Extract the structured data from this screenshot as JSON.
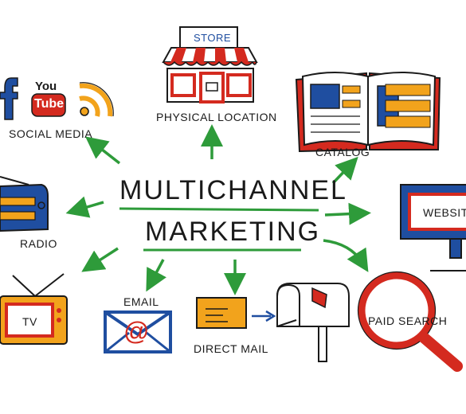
{
  "title": {
    "line1": "MULTICHANNEL",
    "line2": "MARKETING"
  },
  "nodes": {
    "social_media": {
      "label": "SOCIAL MEDIA",
      "icons": [
        "facebook-icon",
        "youtube-icon",
        "rss-icon"
      ],
      "youtube_top": "You",
      "youtube_bottom": "Tube",
      "facebook_glyph": "f"
    },
    "physical_location": {
      "label": "PHYSICAL LOCATION",
      "sign": "STORE"
    },
    "catalog": {
      "label": "CATALOG"
    },
    "radio": {
      "label": "RADIO"
    },
    "website": {
      "label": "WEBSITE"
    },
    "tv": {
      "label": "TV"
    },
    "email": {
      "label": "EMAIL",
      "symbol": "@"
    },
    "direct_mail": {
      "label": "DIRECT MAIL"
    },
    "paid_search": {
      "label": "PAID SEARCH"
    }
  },
  "colors": {
    "arrow": "#2e9b3a",
    "red": "#d42a1f",
    "blue": "#1f4ea0",
    "orange": "#f2a31c",
    "ink": "#1a1a1a"
  }
}
